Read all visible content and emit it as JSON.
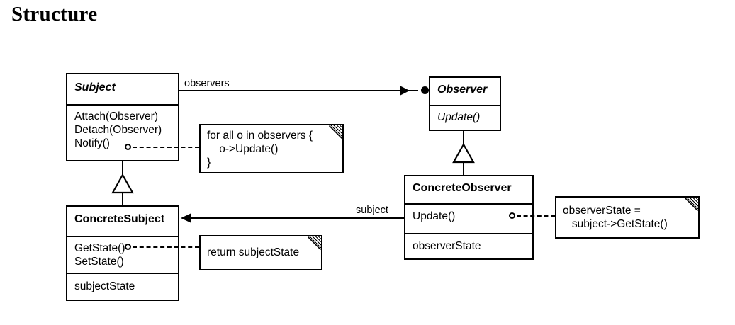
{
  "page": {
    "heading": "Structure",
    "diagram_type": "uml-class-diagram",
    "pattern": "Observer"
  },
  "colors": {
    "ink": "#000000",
    "paper": "#ffffff",
    "fold_hatch": "#808080"
  },
  "classes": {
    "subject": {
      "name": "Subject",
      "stereotype": "abstract",
      "operations": [
        "Attach(Observer)",
        "Detach(Observer)",
        "Notify()"
      ]
    },
    "observer": {
      "name": "Observer",
      "stereotype": "abstract",
      "operations": [
        "Update()"
      ]
    },
    "concrete_subject": {
      "name": "ConcreteSubject",
      "stereotype": "concrete",
      "operations": [
        "GetState()",
        "SetState()"
      ],
      "attributes": [
        "subjectState"
      ]
    },
    "concrete_observer": {
      "name": "ConcreteObserver",
      "stereotype": "concrete",
      "operations": [
        "Update()"
      ],
      "attributes": [
        "observerState"
      ]
    }
  },
  "notes": {
    "notify_body": "for all o in observers {\n    o->Update()\n}",
    "getstate_body": "return subjectState",
    "update_body": "observerState =\n   subject->GetState()"
  },
  "associations": {
    "observers_label": "observers",
    "subject_label": "subject"
  }
}
